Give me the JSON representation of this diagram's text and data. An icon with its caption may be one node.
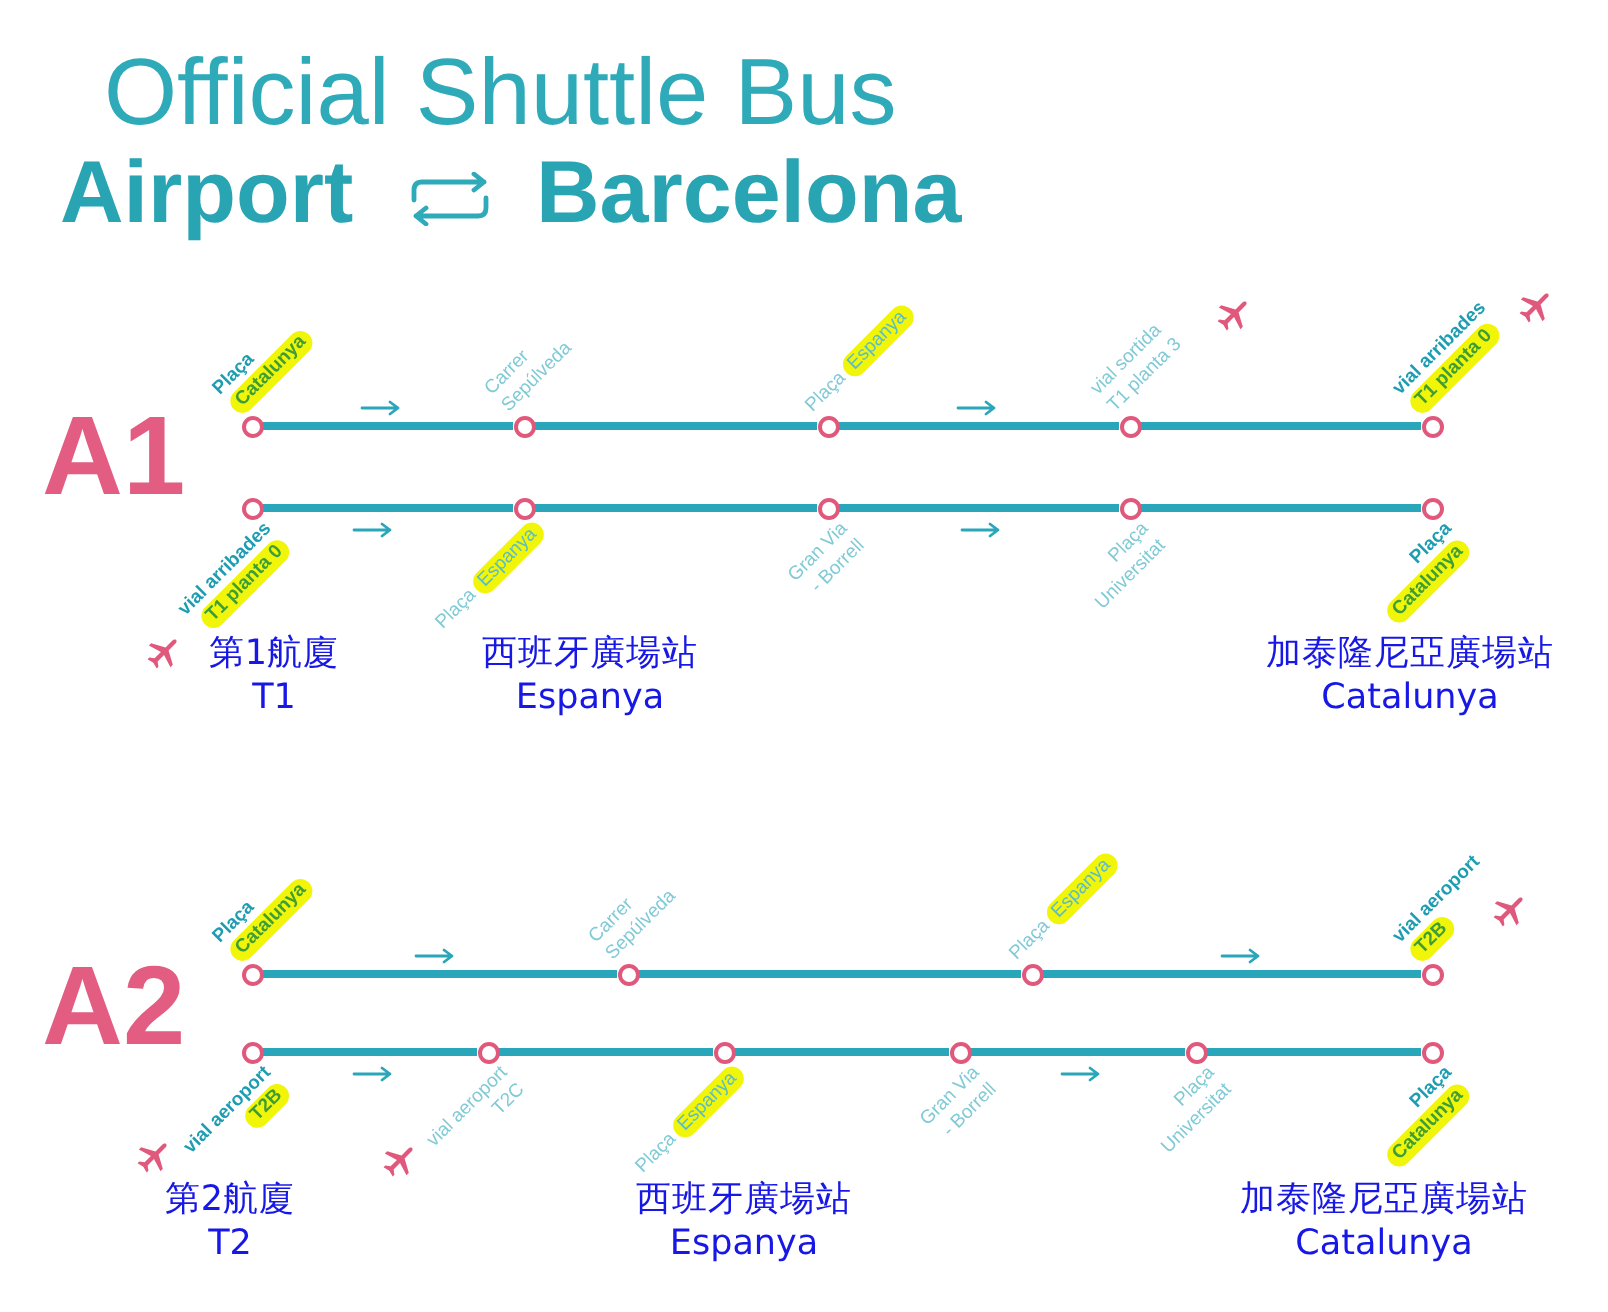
{
  "diagram": {
    "title": "Official Shuttle Bus",
    "nodes": [
      {
        "text": [],
        "shape": "circle",
        "beside": [
          "Plaça",
          "Catalunya"
        ]
      },
      {
        "text": [],
        "shape": "circle",
        "beside": [
          "Carrer Sepúlveda"
        ]
      },
      {
        "text": [],
        "shape": "circle",
        "beside": [
          "Plaça",
          "Espanya"
        ]
      },
      {
        "text": [],
        "shape": "circle",
        "beside": [
          "vial sortida T1 planta 3"
        ]
      },
      {
        "text": [],
        "shape": "circle",
        "beside": [
          "vial arribades",
          "T1 planta 0"
        ]
      },
      {
        "text": [],
        "shape": "circle",
        "beside": [
          "vial arribades",
          "T1 planta 0",
          "第1航廈 T1"
        ]
      },
      {
        "text": [],
        "shape": "circle",
        "beside": [
          "Plaça",
          "Espanya",
          "西班牙廣場站 Espanya"
        ]
      },
      {
        "text": [],
        "shape": "circle",
        "beside": [
          "Gran Via - Borrell"
        ]
      },
      {
        "text": [],
        "shape": "circle",
        "beside": [
          "Plaça Universitat"
        ]
      },
      {
        "text": [],
        "shape": "circle",
        "beside": [
          "Plaça",
          "Catalunya",
          "加泰隆尼亞廣場站 Catalunya"
        ]
      },
      {
        "text": [],
        "shape": "circle",
        "beside": [
          "Plaça",
          "Catalunya"
        ]
      },
      {
        "text": [],
        "shape": "circle",
        "beside": [
          "Carrer Sepúlveda"
        ]
      },
      {
        "text": [],
        "shape": "circle",
        "beside": [
          "Plaça",
          "Espanya"
        ]
      },
      {
        "text": [],
        "shape": "circle",
        "beside": [
          "vial aeroport",
          "T2B"
        ]
      },
      {
        "text": [],
        "shape": "circle",
        "beside": [
          "vial aeroport",
          "T2B",
          "第2航廈 T2"
        ]
      },
      {
        "text": [],
        "shape": "circle",
        "beside": [
          "vial aeroport T2C"
        ]
      },
      {
        "text": [],
        "shape": "circle",
        "beside": [
          "Plaça",
          "Espanya",
          "西班牙廣場站 Espanya"
        ]
      },
      {
        "text": [],
        "shape": "circle",
        "beside": [
          "Gran Via - Borrell"
        ]
      },
      {
        "text": [],
        "shape": "circle",
        "beside": [
          "Plaça Universitat"
        ]
      },
      {
        "text": [],
        "shape": "circle",
        "beside": [
          "Plaça",
          "Catalunya",
          "加泰隆尼亞廣場站 Catalunya"
        ]
      }
    ],
    "edges": [
      {
        "from": 0,
        "to": 1,
        "arrow": "none"
      },
      {
        "from": 1,
        "to": 2,
        "arrow": "none"
      },
      {
        "from": 2,
        "to": 3,
        "arrow": "none"
      },
      {
        "from": 3,
        "to": 4,
        "arrow": "none"
      },
      {
        "from": 5,
        "to": 6,
        "arrow": "none"
      },
      {
        "from": 6,
        "to": 7,
        "arrow": "none"
      },
      {
        "from": 7,
        "to": 8,
        "arrow": "none"
      },
      {
        "from": 8,
        "to": 9,
        "arrow": "none"
      },
      {
        "from": 10,
        "to": 11,
        "arrow": "none"
      },
      {
        "from": 11,
        "to": 12,
        "arrow": "none"
      },
      {
        "from": 12,
        "to": 13,
        "arrow": "none"
      },
      {
        "from": 14,
        "to": 15,
        "arrow": "none"
      },
      {
        "from": 15,
        "to": 16,
        "arrow": "none"
      },
      {
        "from": 16,
        "to": 17,
        "arrow": "none"
      },
      {
        "from": 17,
        "to": 18,
        "arrow": "none"
      },
      {
        "from": 18,
        "to": 19,
        "arrow": "none"
      }
    ],
    "labels": [
      "Airport",
      "Barcelona",
      "A1",
      "A2"
    ]
  }
}
